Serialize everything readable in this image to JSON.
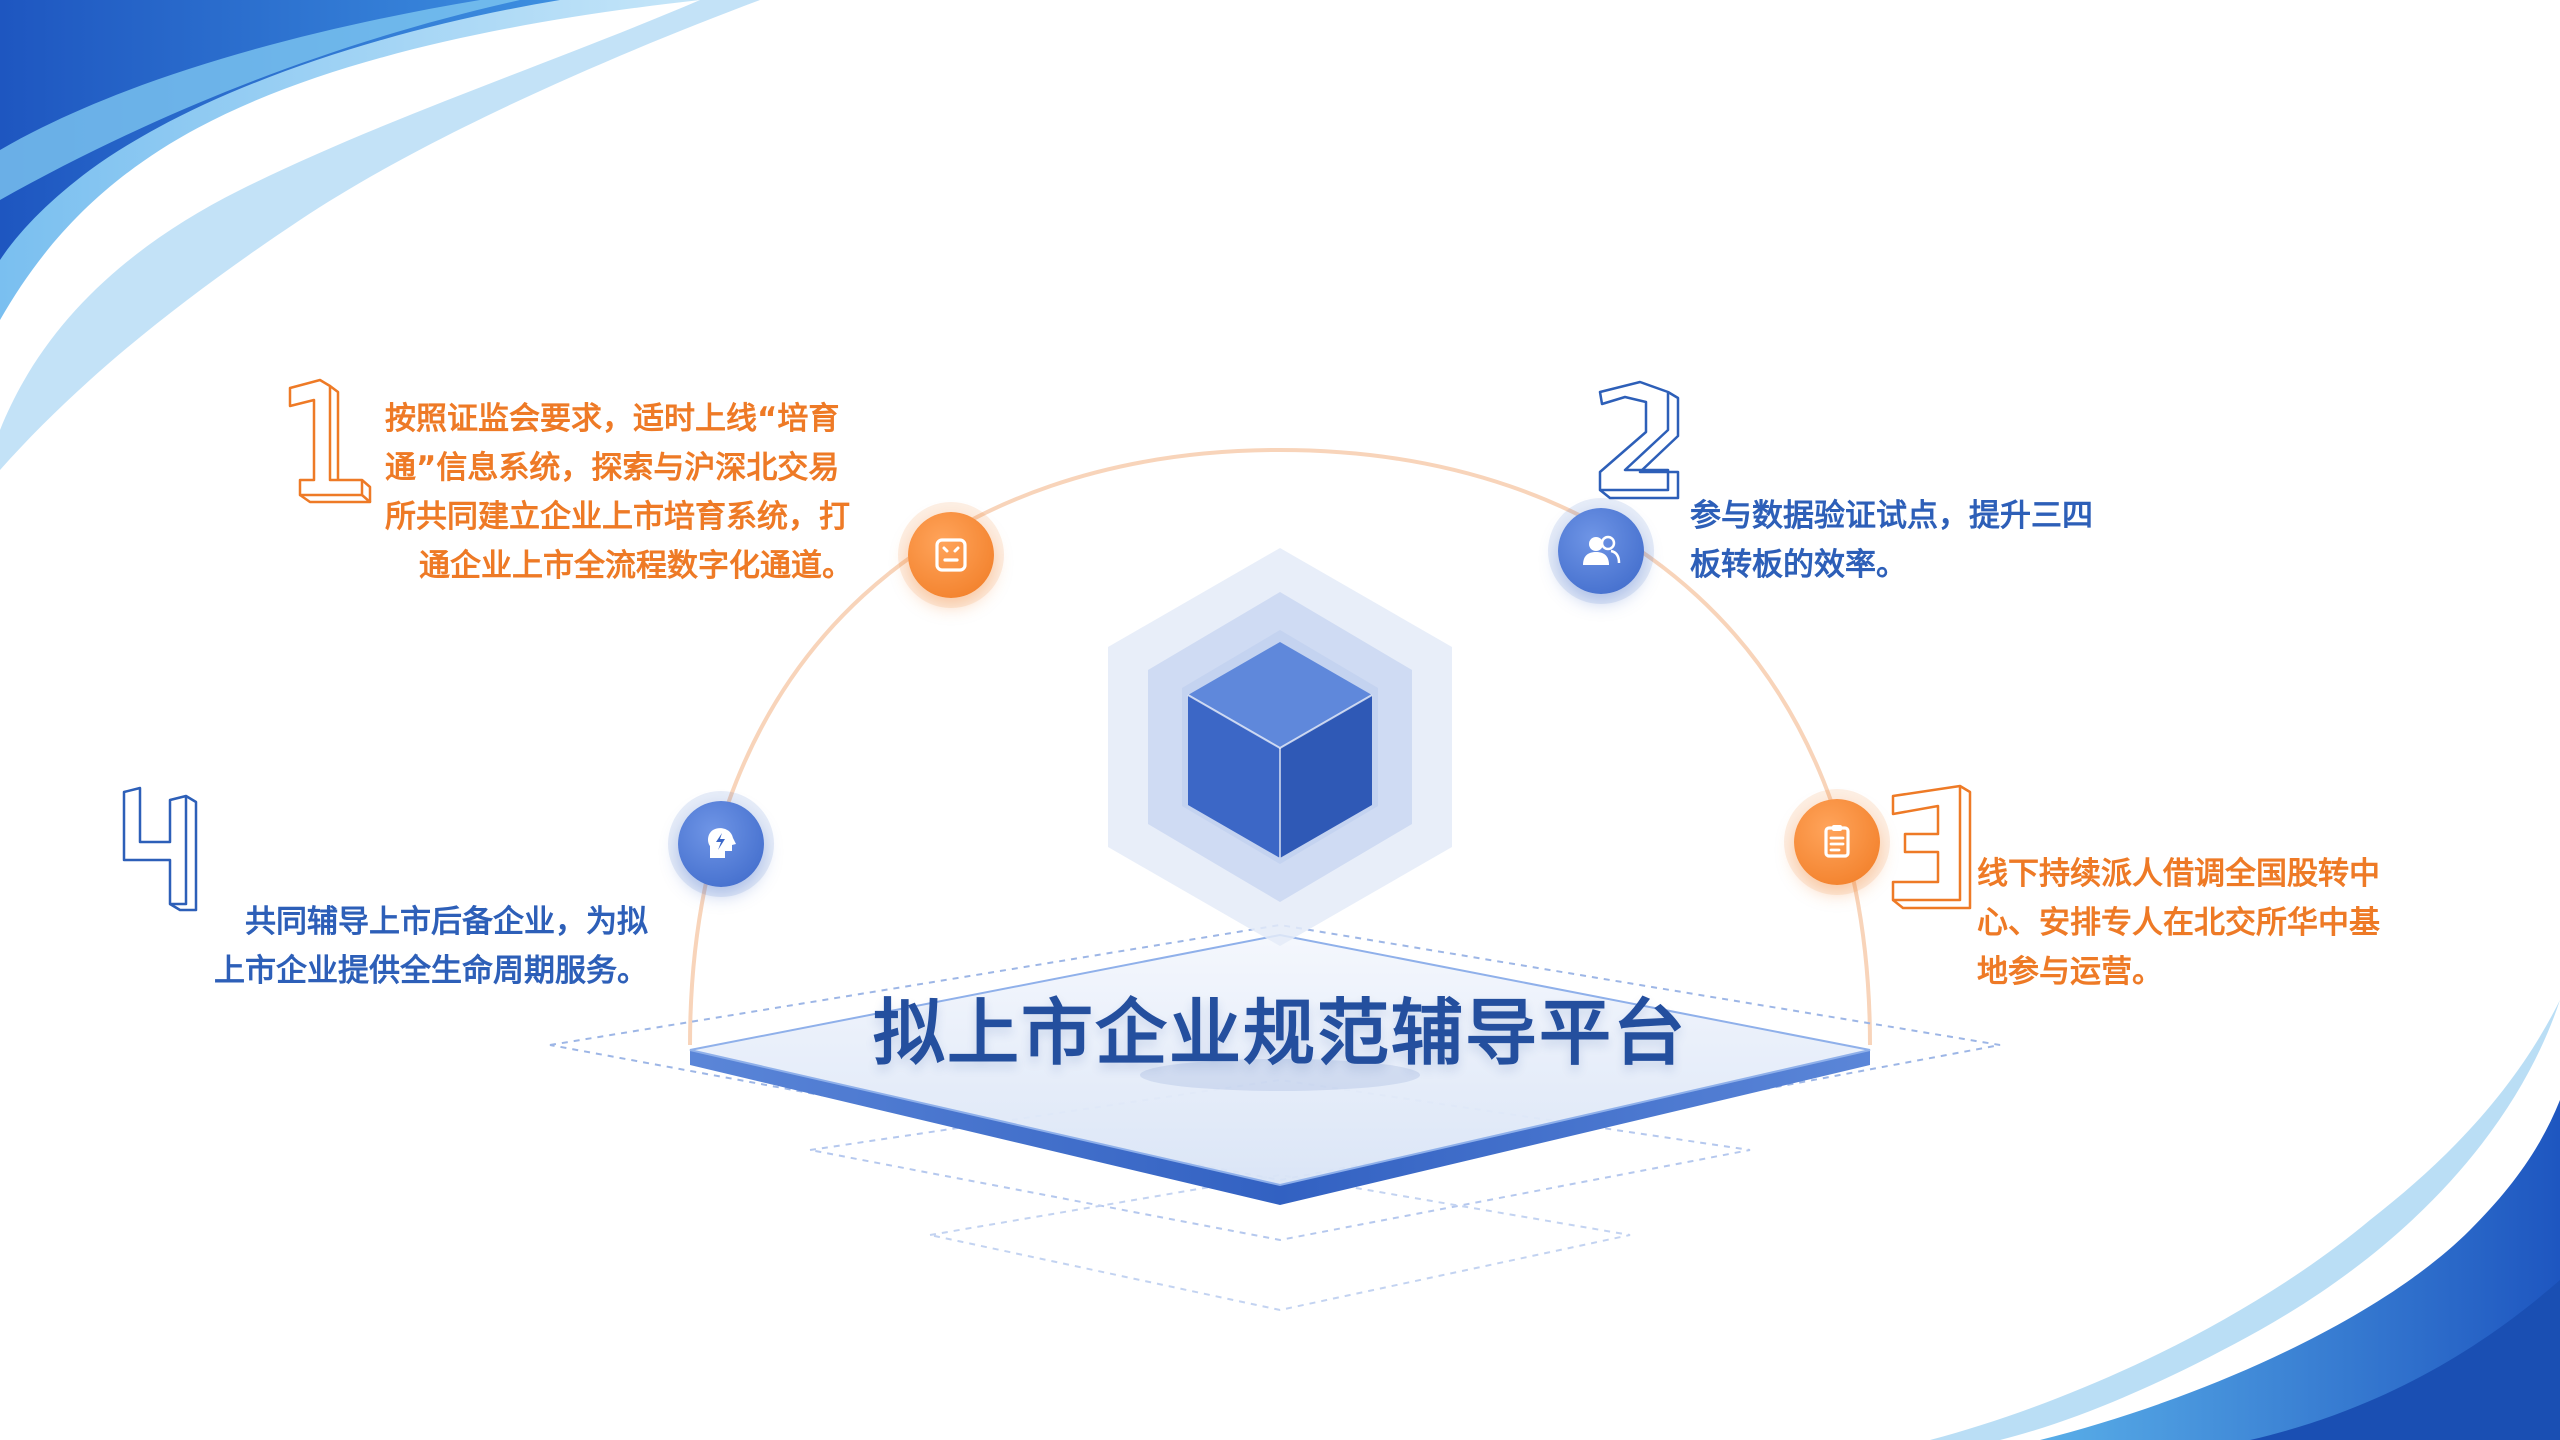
{
  "title": "拟上市企业规范辅导平台",
  "colors": {
    "orange": "#ee7a26",
    "blue": "#2d5fb8",
    "wave_dark": "#1e56c0",
    "wave_light": "#8fd0f2"
  },
  "items": [
    {
      "number": "1",
      "icon": "clipboard-face-icon",
      "color": "orange",
      "lines": [
        "按照证监会要求，适时上线“培育",
        "通”信息系统，探索与沪深北交易",
        "所共同建立企业上市培育系统，打",
        "通企业上市全流程数字化通道。"
      ]
    },
    {
      "number": "2",
      "icon": "users-icon",
      "color": "blue",
      "lines": [
        "参与数据验证试点，提升三四",
        "板转板的效率。"
      ]
    },
    {
      "number": "3",
      "icon": "document-icon",
      "color": "orange",
      "lines": [
        "线下持续派人借调全国股转中",
        "心、安排专人在北交所华中基",
        "地参与运营。"
      ]
    },
    {
      "number": "4",
      "icon": "lightbulb-head-icon",
      "color": "blue",
      "lines": [
        "共同辅导上市后备企业，为拟",
        "上市企业提供全生命周期服务。"
      ]
    }
  ]
}
